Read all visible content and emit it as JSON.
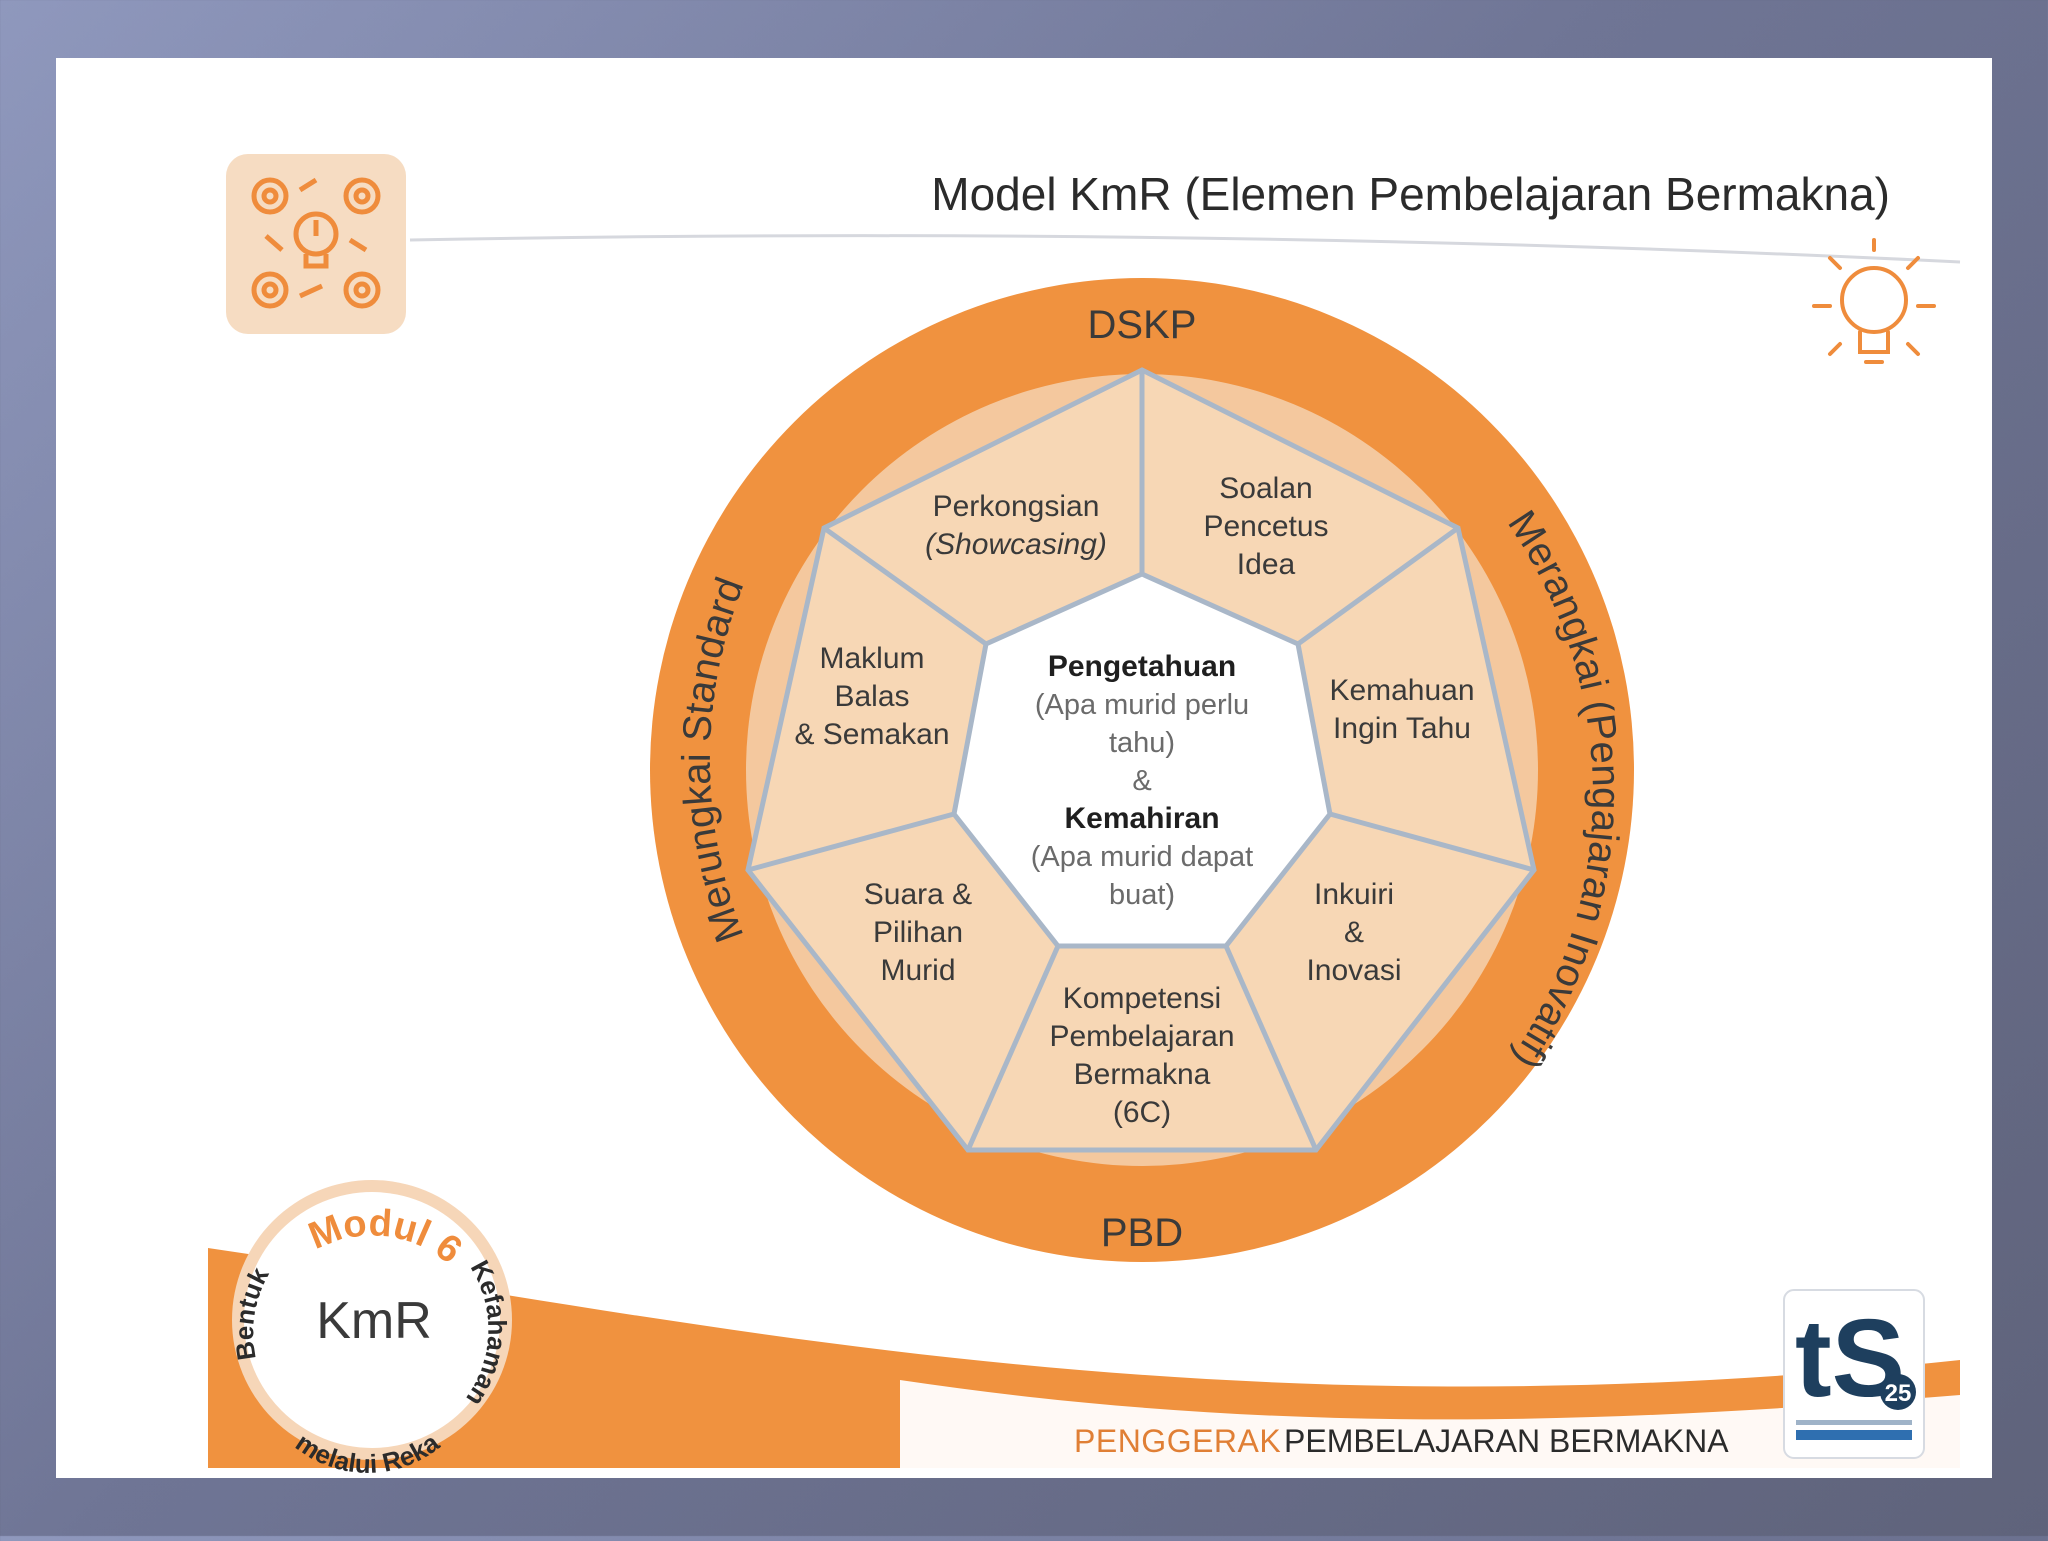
{
  "title": "Model KmR (Elemen Pembelajaran Bermakna)",
  "ring_labels": {
    "top": "DSKP",
    "bottom": "PBD",
    "left": "Merungkai Standard",
    "right": "Merangkai (Pengajaran Inovatif)"
  },
  "center": {
    "line1": "Pengetahuan",
    "line2": "(Apa murid perlu",
    "line3": "tahu)",
    "line4": "&",
    "line5": "Kemahiran",
    "line6": "(Apa murid dapat",
    "line7": "buat)"
  },
  "segments": {
    "soalan": [
      "Soalan",
      "Pencetus",
      "Idea"
    ],
    "kemahuan": [
      "Kemahuan",
      "Ingin Tahu"
    ],
    "inkuiri": [
      "Inkuiri",
      "&",
      "Inovasi"
    ],
    "kompetensi": [
      "Kompetensi",
      "Pembelajaran",
      "Bermakna",
      "(6C)"
    ],
    "suara": [
      "Suara &",
      "Pilihan",
      "Murid"
    ],
    "maklum": [
      "Maklum",
      "Balas",
      "& Semakan"
    ],
    "perkongsian": [
      "Perkongsian",
      "(Showcasing)"
    ]
  },
  "badge": {
    "modul": "Modul 6",
    "center": "KmR",
    "arc_left": "Bentuk",
    "arc_right": "Kefahaman",
    "arc_bottom": "melalui Reka"
  },
  "footer": {
    "part1": "PENGGERAK",
    "part2": "PEMBELAJARAN BERMAKNA"
  },
  "logo": {
    "text": "tS",
    "number": "25"
  },
  "colors": {
    "orange": "#f0923f",
    "light_orange": "#f4c89e",
    "peach": "#f7d7b5",
    "outline": "#a9b7c8"
  }
}
